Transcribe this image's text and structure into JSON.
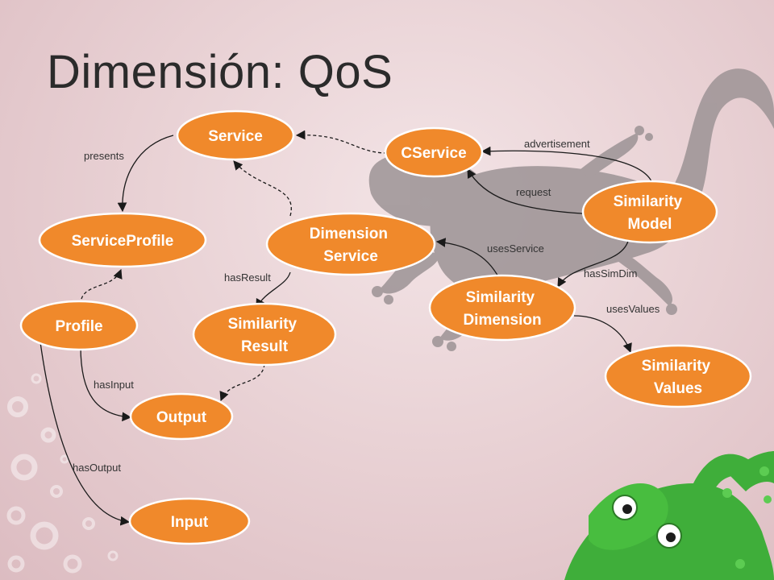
{
  "slide": {
    "title": "Dimensión: QoS"
  },
  "colors": {
    "node_fill": "#f0892b",
    "node_stroke": "#ffffff",
    "background": "#ecd6d9",
    "gecko_shadow": "#9c9395",
    "gecko_green": "#3fae3a"
  },
  "nodes": {
    "service": [
      "Service"
    ],
    "cservice": [
      "CService"
    ],
    "service_profile": [
      "ServiceProfile"
    ],
    "dimension_service": [
      "Dimension",
      "Service"
    ],
    "similarity_model": [
      "Similarity",
      "Model"
    ],
    "profile": [
      "Profile"
    ],
    "similarity_result": [
      "Similarity",
      "Result"
    ],
    "similarity_dimension": [
      "Similarity",
      "Dimension"
    ],
    "similarity_values": [
      "Similarity",
      "Values"
    ],
    "output": [
      "Output"
    ],
    "input": [
      "Input"
    ]
  },
  "edges": {
    "presents": "presents",
    "advertisement": "advertisement",
    "request": "request",
    "uses_service": "usesService",
    "has_result": "hasResult",
    "has_sim_dim": "hasSimDim",
    "uses_values": "usesValues",
    "has_input": "hasInput",
    "has_output": "hasOutput"
  }
}
